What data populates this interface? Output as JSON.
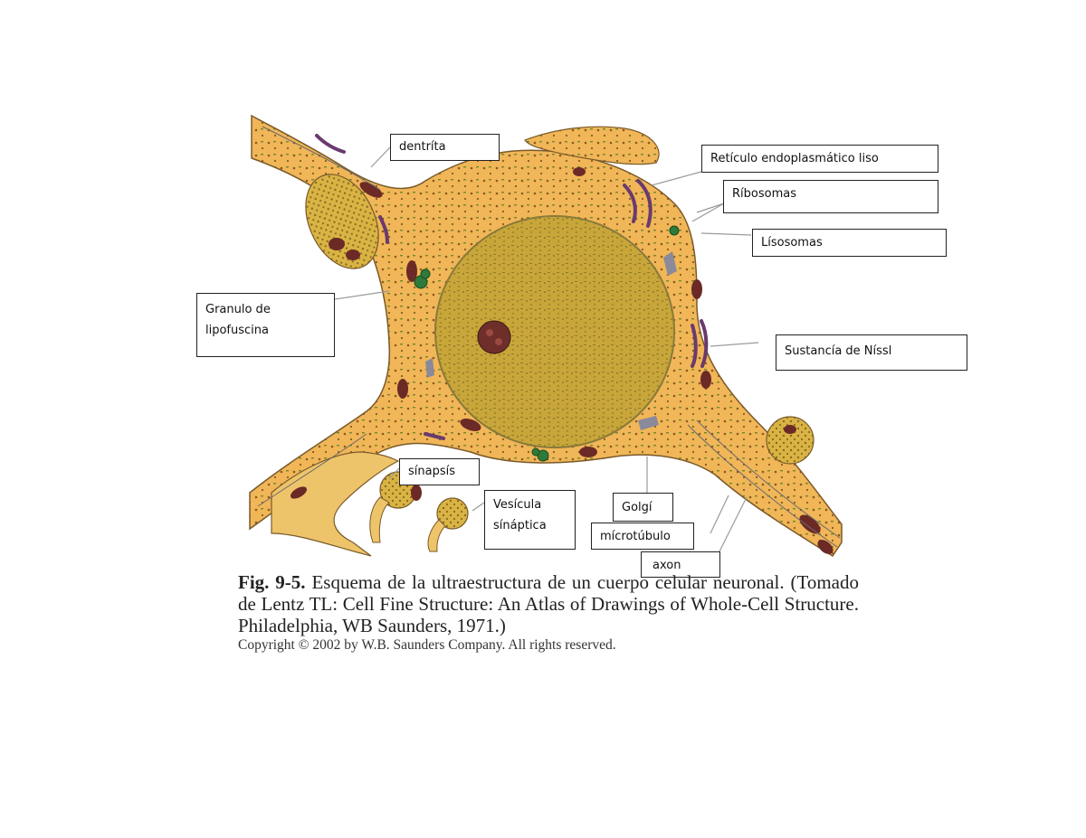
{
  "figure": {
    "title": "Esquema de la ultraestructura de un cuerpo celular neuronal",
    "colors": {
      "cytoplasm": "#f0b658",
      "cytoplasm_dendrite": "#eec46a",
      "nucleus": "#c9a63a",
      "nucleus_border": "#8a7a3a",
      "nucleolus": "#6e2f2a",
      "mitochondria": "#6b2a26",
      "rer": "#6a3a6e",
      "lipofuscin": "#2f7a3a",
      "outline": "#7a5a2a",
      "leader_line": "#9a9a9a"
    }
  },
  "labels": [
    {
      "id": "dendrita",
      "text": "dentríta"
    },
    {
      "id": "reticulo",
      "text": "Retículo endoplasmático liso"
    },
    {
      "id": "ribosomas",
      "text": "Ríbosomas"
    },
    {
      "id": "lisosomas",
      "text": "Lísosomas"
    },
    {
      "id": "granulo",
      "text": "Granulo de lipofuscina"
    },
    {
      "id": "nissl",
      "text": "Sustancía de Níssl"
    },
    {
      "id": "sinapsis",
      "text": "sínapsís"
    },
    {
      "id": "vesicula",
      "text": "Vesícula sínáptica"
    },
    {
      "id": "golgi",
      "text": "Golgí"
    },
    {
      "id": "microtubulo",
      "text": "mícrotúbulo"
    },
    {
      "id": "axon",
      "text": "axon"
    }
  ],
  "caption": {
    "fig_number": "Fig. 9-5.",
    "text": "Esquema de la ultraestructura de un cuerpo celular neuronal. (Tomado de Lentz TL: Cell Fine Structure: An Atlas of Drawings of Whole-Cell Structure. Philadelphia, WB Saunders, 1971.)",
    "copyright": "Copyright © 2002 by W.B. Saunders Company. All rights reserved."
  }
}
